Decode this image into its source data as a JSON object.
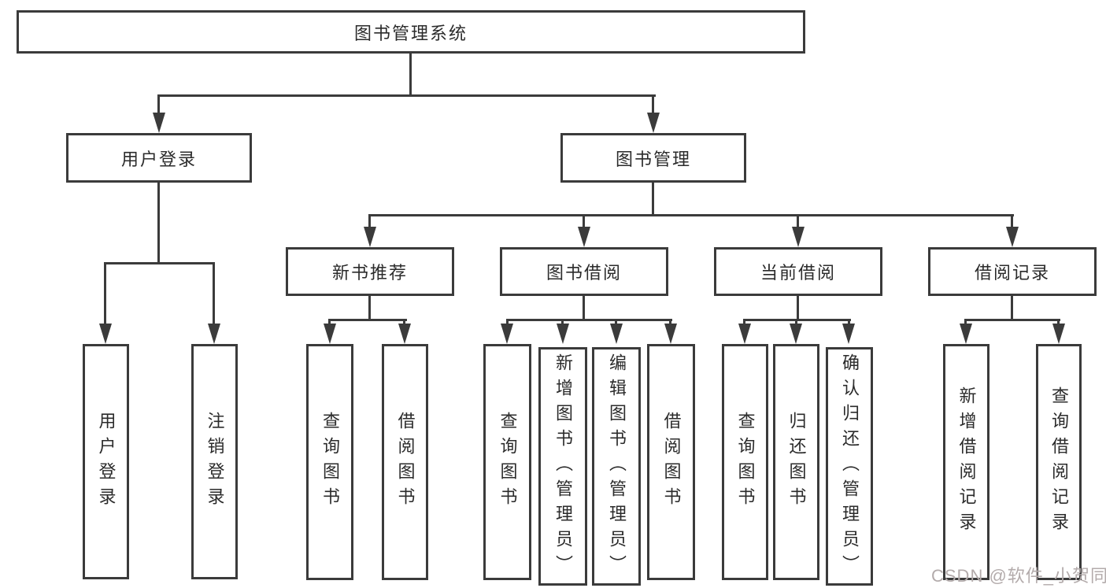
{
  "colors": {
    "background": "#ffffff",
    "line": "#3b3b3b",
    "text": "#2b2b2b",
    "watermark": "#b3abab"
  },
  "watermark": {
    "text": "CSDN @软件_小贺同学"
  },
  "diagram": {
    "root": {
      "label": "图书管理系统"
    },
    "branches": [
      {
        "label": "用户登录",
        "children": [
          {
            "label": "用户登录"
          },
          {
            "label": "注销登录"
          }
        ]
      },
      {
        "label": "图书管理",
        "children": [
          {
            "label": "新书推荐",
            "children": [
              {
                "label": "查询图书"
              },
              {
                "label": "借阅图书"
              }
            ]
          },
          {
            "label": "图书借阅",
            "children": [
              {
                "label": "查询图书"
              },
              {
                "label": "新增图书（管理员）"
              },
              {
                "label": "编辑图书（管理员）"
              },
              {
                "label": "借阅图书"
              }
            ]
          },
          {
            "label": "当前借阅",
            "children": [
              {
                "label": "查询图书"
              },
              {
                "label": "归还图书"
              },
              {
                "label": "确认归还（管理员）"
              }
            ]
          },
          {
            "label": "借阅记录",
            "children": [
              {
                "label": "新增借阅记录"
              },
              {
                "label": "查询借阅记录"
              }
            ]
          }
        ]
      }
    ]
  }
}
